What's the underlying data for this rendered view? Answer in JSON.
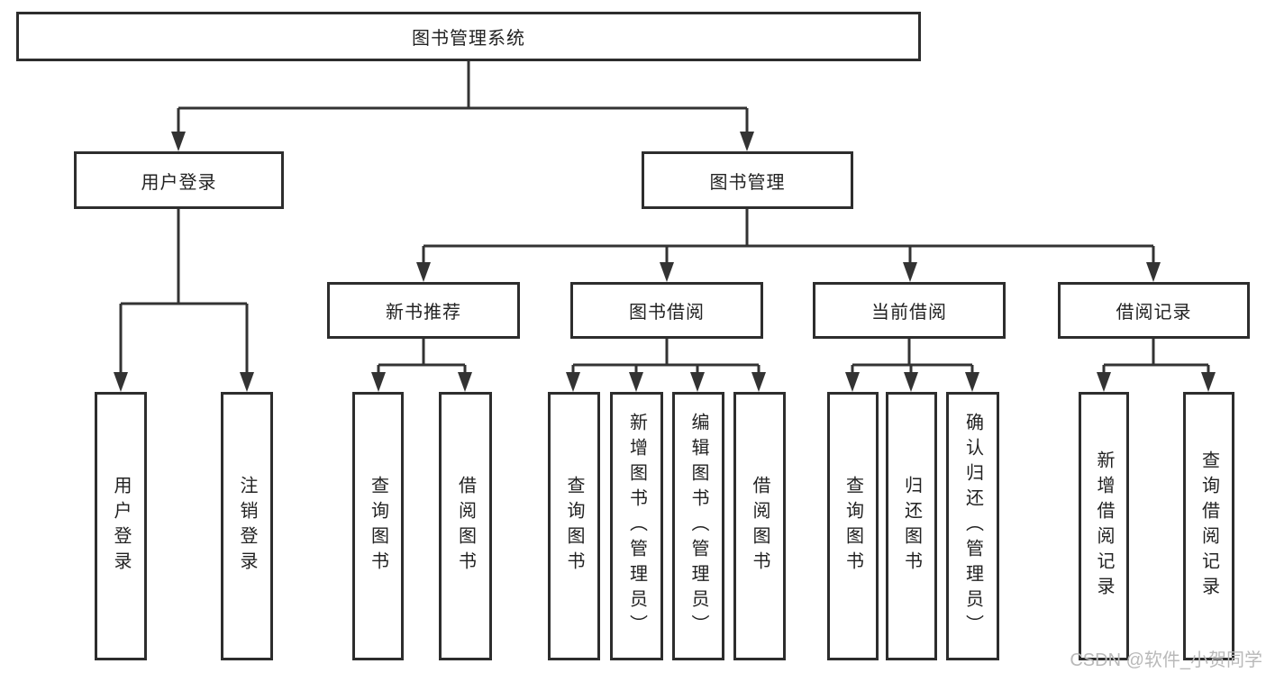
{
  "diagram_type": "hierarchy",
  "tree": {
    "root": {
      "label": "图书管理系统",
      "children": [
        {
          "label": "用户登录",
          "children": [
            {
              "label": "用户登录"
            },
            {
              "label": "注销登录"
            }
          ]
        },
        {
          "label": "图书管理",
          "children": [
            {
              "label": "新书推荐",
              "children": [
                {
                  "label": "查询图书"
                },
                {
                  "label": "借阅图书"
                }
              ]
            },
            {
              "label": "图书借阅",
              "children": [
                {
                  "label": "查询图书"
                },
                {
                  "label": "新增图书（管理员）"
                },
                {
                  "label": "编辑图书（管理员）"
                },
                {
                  "label": "借阅图书"
                }
              ]
            },
            {
              "label": "当前借阅",
              "children": [
                {
                  "label": "查询图书"
                },
                {
                  "label": "归还图书"
                },
                {
                  "label": "确认归还（管理员）"
                }
              ]
            },
            {
              "label": "借阅记录",
              "children": [
                {
                  "label": "新增借阅记录"
                },
                {
                  "label": "查询借阅记录"
                }
              ]
            }
          ]
        }
      ]
    }
  },
  "watermark": "CSDN @软件_小贺同学",
  "colors": {
    "line": "#333333",
    "border": "#2d2d2d",
    "box_fill": "#ffffff",
    "text": "#222222",
    "watermark": "#b9b9b9",
    "background": "#ffffff"
  }
}
